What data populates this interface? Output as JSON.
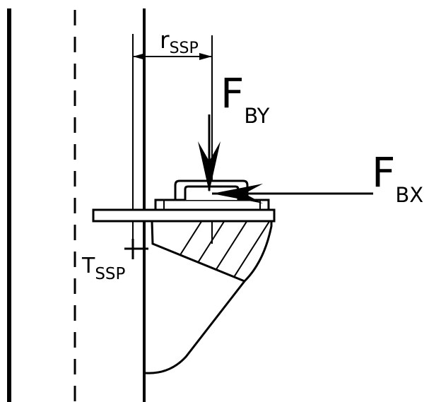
{
  "labels": {
    "radius": {
      "main": "r",
      "sub": "SSP"
    },
    "vertical_force": {
      "main": "F",
      "sub": "BY"
    },
    "horizontal_force": {
      "main": "F",
      "sub": "BX"
    },
    "tangent": {
      "main": "T",
      "sub": "SSP"
    }
  },
  "colors": {
    "ink": "#000000",
    "background": "#ffffff"
  }
}
